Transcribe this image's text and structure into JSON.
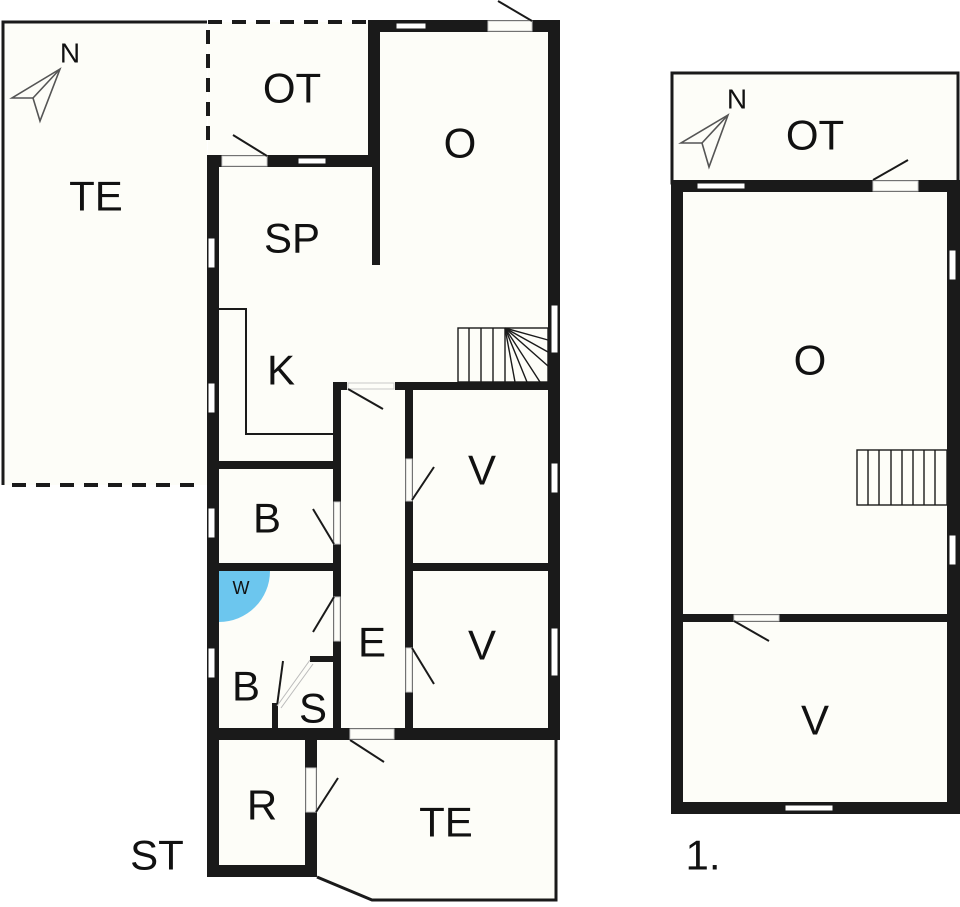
{
  "plan": {
    "ground_floor": {
      "level_label": "ST",
      "compass_label": "N",
      "rooms": {
        "terrace_west": "TE",
        "outdoor_top": "OT",
        "living": "O",
        "dining": "SP",
        "kitchen": "K",
        "bath_upper": "B",
        "bath_lower": "B",
        "washer": "W",
        "shower": "S",
        "hall": "E",
        "bedroom_upper": "V",
        "bedroom_lower": "V",
        "storage": "R",
        "terrace_south": "TE"
      }
    },
    "first_floor": {
      "level_label": "1.",
      "compass_label": "N",
      "rooms": {
        "outdoor_top": "OT",
        "living": "O",
        "bedroom": "V"
      }
    },
    "colors": {
      "wall": "#1a1a1a",
      "room_fill": "#fdfdf8",
      "washer_marker": "#6cc6ee"
    }
  }
}
